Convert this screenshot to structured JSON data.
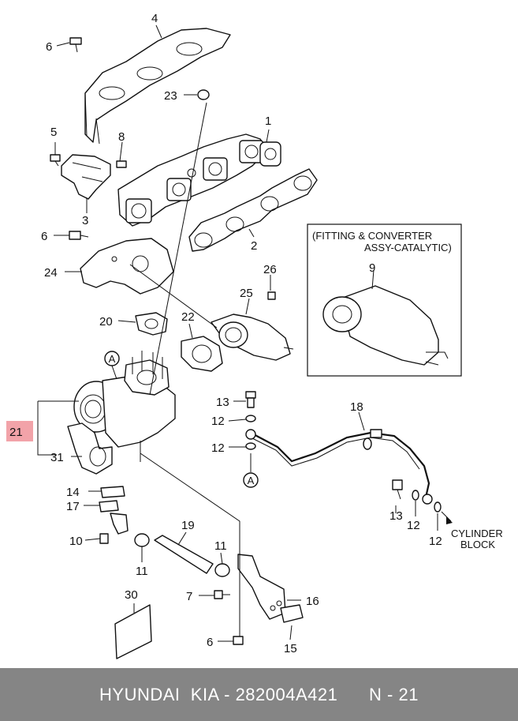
{
  "diagram": {
    "callouts": [
      "1",
      "2",
      "3",
      "4",
      "5",
      "6",
      "6",
      "6",
      "7",
      "8",
      "9",
      "10",
      "11",
      "11",
      "12",
      "12",
      "12",
      "12",
      "13",
      "13",
      "14",
      "15",
      "16",
      "17",
      "18",
      "19",
      "20",
      "21",
      "22",
      "23",
      "24",
      "25",
      "26",
      "30",
      "31"
    ],
    "reference_markers": [
      "A",
      "A"
    ],
    "inset_title_line1": "(FITTING & CONVERTER",
    "inset_title_line2": "ASSY-CATALYTIC)",
    "destination_line1": "CYLINDER",
    "destination_line2": "BLOCK"
  },
  "colors": {
    "highlight": "#f2a3a9",
    "footer_bg": "#858585",
    "footer_text": "#ffffff"
  },
  "footer": {
    "brand": "HYUNDAI  KIA - 282004A421",
    "page_ref": "N - 21"
  }
}
